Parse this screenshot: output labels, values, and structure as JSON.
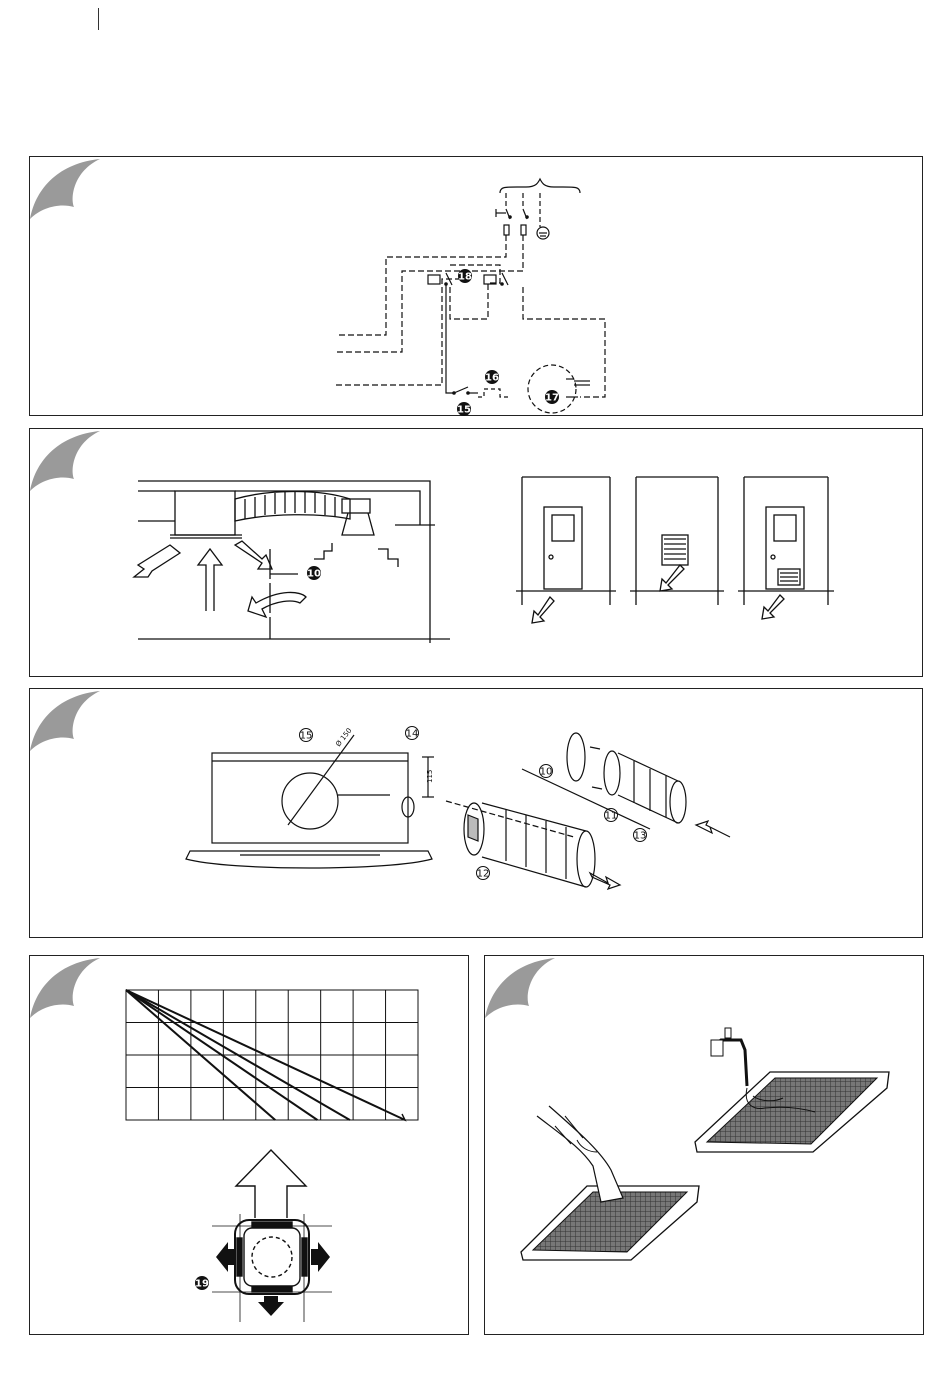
{
  "page": {
    "colors": {
      "line": "#111111",
      "accent": "#9a9a9a",
      "background": "#ffffff"
    }
  },
  "panels": {
    "wiring": {
      "labels": {
        "relay": "18",
        "switch": "15",
        "safety": "16",
        "fan": "17"
      }
    },
    "installation": {
      "labels": {
        "duct": "10"
      }
    },
    "fresh_air": {
      "labels": {
        "opening": "15",
        "side_port": "14",
        "flange": "10",
        "screw": "11",
        "filter": "12",
        "duct": "13"
      },
      "dimensions": {
        "diameter": "Ø 150",
        "height": "115"
      }
    },
    "airflow": {
      "labels": {
        "unit": "19"
      },
      "chart": {
        "lines": 4
      }
    },
    "cleaning": {}
  },
  "chart_data": {
    "type": "line",
    "title": "",
    "xlabel": "",
    "ylabel": "",
    "grid": true,
    "x_divisions": 9,
    "y_divisions": 4,
    "series": [
      {
        "x": [
          0,
          4.6
        ],
        "y": [
          4,
          0
        ]
      },
      {
        "x": [
          0,
          5.9
        ],
        "y": [
          4,
          0
        ]
      },
      {
        "x": [
          0,
          6.9
        ],
        "y": [
          4,
          0
        ]
      },
      {
        "x": [
          0,
          8.6
        ],
        "y": [
          4,
          0
        ]
      }
    ]
  }
}
